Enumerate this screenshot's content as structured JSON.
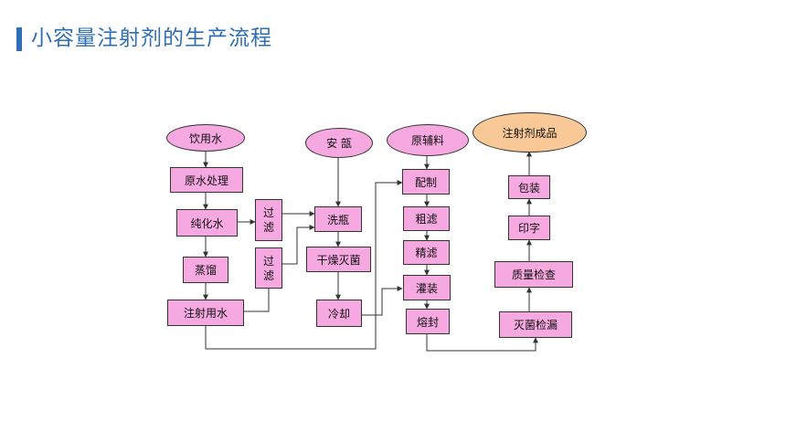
{
  "header": {
    "title": "小容量注射剂的生产流程"
  },
  "colors": {
    "title": "#2f6fb5",
    "box_fill": "#f6a8e0",
    "final_fill": "#f9c897",
    "line": "#333333"
  },
  "inputs": {
    "drinking_water": "饮用水",
    "ampoule": "安  瓿",
    "raw_materials": "原辅料",
    "final_product": "注射剂成品"
  },
  "water_line": {
    "raw_water_treatment": "原水处理",
    "purified_water": "纯化水",
    "distillation": "蒸馏",
    "water_for_injection": "注射用水"
  },
  "filters": {
    "filter_1": [
      "过",
      "滤"
    ],
    "filter_2": [
      "过",
      "滤"
    ]
  },
  "ampoule_line": {
    "wash_bottle": "洗瓶",
    "dry_sterilize": "干燥灭菌",
    "cooling": "冷却"
  },
  "formulation_line": {
    "compounding": "配制",
    "coarse_filter": "粗滤",
    "fine_filter": "精滤",
    "filling": "灌装",
    "sealing": "熔封"
  },
  "qc_line": {
    "sterilize_leak_test": "灭菌检漏",
    "quality_inspection": "质量检查",
    "printing": "印字",
    "packaging": "包装"
  }
}
